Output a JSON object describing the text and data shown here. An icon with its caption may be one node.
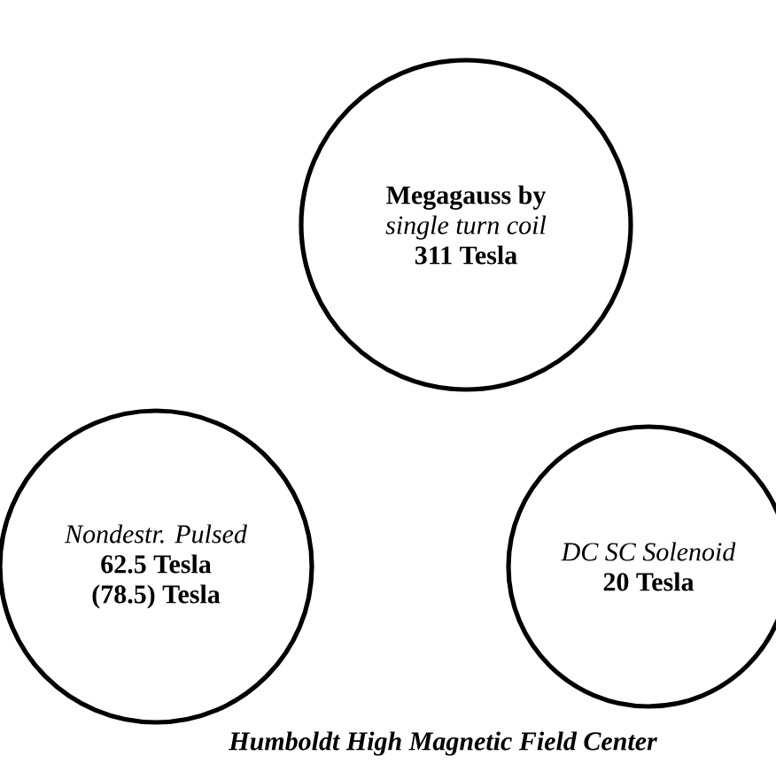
{
  "diagram": {
    "caption": "Humboldt High Magnetic Field Center",
    "nodes": [
      {
        "text": [
          "Megagauss by",
          "single turn coil",
          "311 Tesla"
        ]
      },
      {
        "text": [
          "Nondestr. Pulsed",
          "62.5 Tesla",
          "(78.5) Tesla"
        ]
      },
      {
        "text": [
          "DC SC Solenoid",
          "20 Tesla"
        ]
      }
    ]
  }
}
